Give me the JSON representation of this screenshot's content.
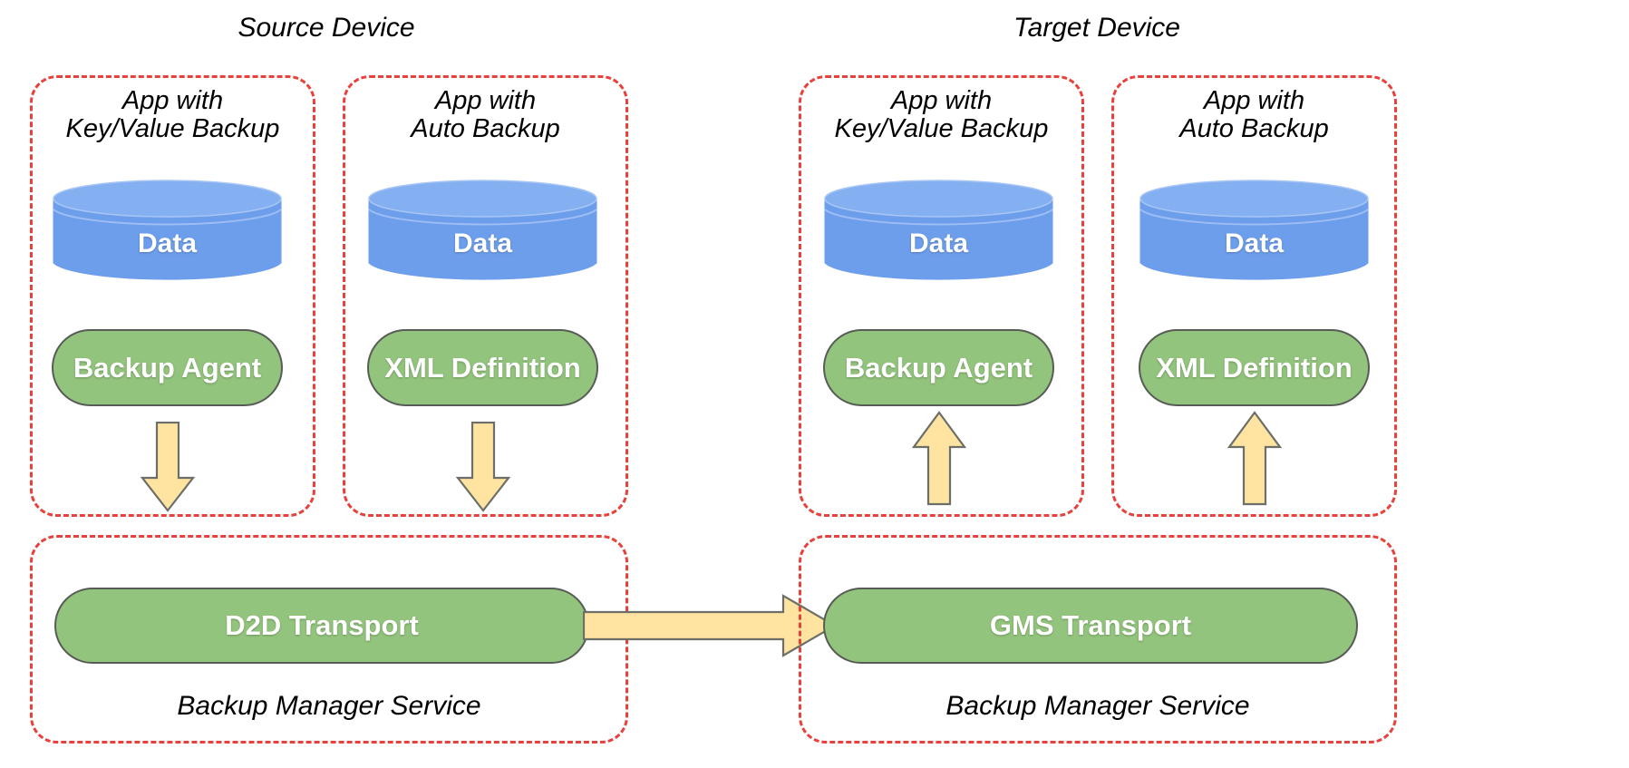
{
  "diagram": {
    "title_source": "Source Device",
    "title_target": "Target Device",
    "service_label": "Backup Manager Service",
    "colors": {
      "dashed_border": "#e8403a",
      "cylinder_fill": "#6d9eeb",
      "cylinder_top": "#84aff0",
      "pill_fill": "#93c47d",
      "pill_border": "#585c56",
      "arrow_fill": "#ffe3a0",
      "arrow_border": "#6b6f68",
      "text_dark": "#000000",
      "text_light": "#ffffff",
      "background": "#ffffff"
    }
  },
  "source_device": {
    "apps": [
      {
        "caption": "App with\nKey/Value Backup",
        "data_label": "Data",
        "component_label": "Backup Agent",
        "arrow_direction": "down"
      },
      {
        "caption": "App with\nAuto Backup",
        "data_label": "Data",
        "component_label": "XML Definition",
        "arrow_direction": "down"
      }
    ],
    "service": {
      "label": "Backup Manager Service",
      "transport_label": "D2D Transport"
    }
  },
  "target_device": {
    "apps": [
      {
        "caption": "App with\nKey/Value Backup",
        "data_label": "Data",
        "component_label": "Backup Agent",
        "arrow_direction": "up"
      },
      {
        "caption": "App with\nAuto Backup",
        "data_label": "Data",
        "component_label": "XML Definition",
        "arrow_direction": "up"
      }
    ],
    "service": {
      "label": "Backup Manager Service",
      "transport_label": "GMS Transport"
    }
  },
  "transfer_arrow": {
    "direction": "right",
    "from": "D2D Transport",
    "to": "GMS Transport"
  }
}
